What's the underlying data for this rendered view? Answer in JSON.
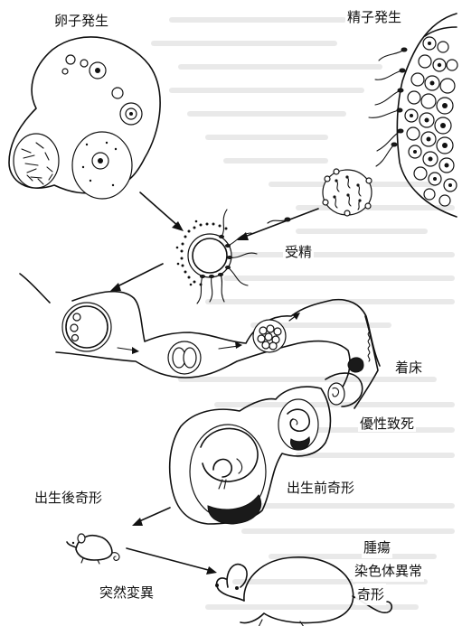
{
  "labels": {
    "oogenesis": "卵子発生",
    "spermatogenesis": "精子発生",
    "fertilization": "受精",
    "implantation": "着床",
    "death_in_utero": "優性致死",
    "postnatal_malformation": "出生後奇形",
    "prenatal_malformation": "出生前奇形",
    "mutation": "突然変異",
    "tumor": "腫瘍",
    "chromosome_abnormality": "染色体異常",
    "malformation": "奇形"
  }
}
